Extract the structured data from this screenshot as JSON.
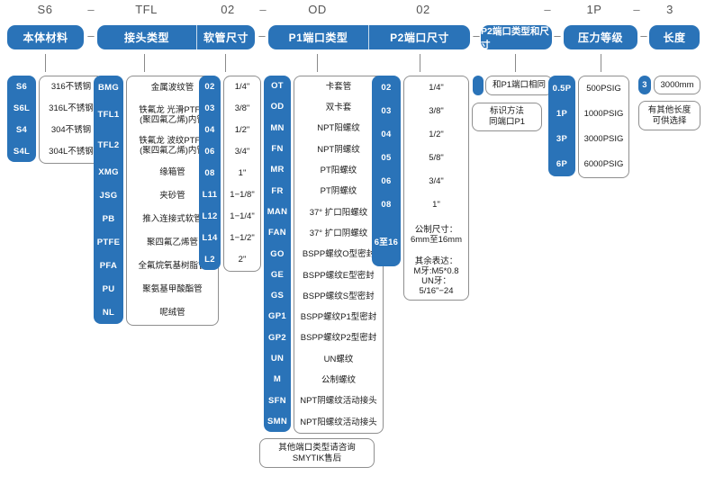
{
  "part_number_row": {
    "codes": [
      "S6",
      "TFL",
      "02",
      "OD",
      "02",
      "1P",
      "3"
    ],
    "separator": "–"
  },
  "headers": {
    "body_material": "本体材料",
    "connector_type": "接头类型",
    "hose_size": "软管尺寸",
    "p1_port_type": "P1端口类型",
    "p2_port_size": "P2端口尺寸",
    "p2_port_type_size": "P2端口类型和尺寸",
    "pressure_rating": "压力等级",
    "length": "长度"
  },
  "columns": {
    "body_material": {
      "codes": [
        "S6",
        "S6L",
        "S4",
        "S4L"
      ],
      "values": [
        "316不锈钢",
        "316L不锈钢",
        "304不锈钢",
        "304L不锈钢"
      ]
    },
    "connector_type": {
      "codes": [
        "BMG",
        "TFL1",
        "TFL2",
        "XMG",
        "JSG",
        "PB",
        "PTFE",
        "PFA",
        "PU",
        "NL"
      ],
      "values": [
        "金属波纹管",
        "铁氟龙 光滑PTFE\n(聚四氟乙烯)内管",
        "铁氟龙 波纹PTFE\n(聚四氟乙烯)内管",
        "缘箱管",
        "夹砂管",
        "推入连接式软管",
        "聚四氟乙烯管",
        "全氟烷氧基树脂管",
        "聚氨基甲酸酯管",
        "呢绒管"
      ]
    },
    "hose_size": {
      "codes": [
        "02",
        "03",
        "04",
        "06",
        "08",
        "L11",
        "L12",
        "L14",
        "L2"
      ],
      "values": [
        "1/4\"",
        "3/8\"",
        "1/2\"",
        "3/4\"",
        "1\"",
        "1−1/8\"",
        "1−1/4\"",
        "1−1/2\"",
        "2\""
      ]
    },
    "p1_port_type": {
      "codes": [
        "OT",
        "OD",
        "MN",
        "FN",
        "MR",
        "FR",
        "MAN",
        "FAN",
        "GO",
        "GE",
        "GS",
        "GP1",
        "GP2",
        "UN",
        "M",
        "SFN",
        "SMN"
      ],
      "values": [
        "卡套管",
        "双卡套",
        "NPT阳螺纹",
        "NPT阴螺纹",
        "PT阳螺纹",
        "PT阴螺纹",
        "37° 扩口阳螺纹",
        "37° 扩口阴螺纹",
        "BSPP螺纹O型密封",
        "BSPP螺纹E型密封",
        "BSPP螺纹S型密封",
        "BSPP螺纹P1型密封",
        "BSPP螺纹P2型密封",
        "UN螺纹",
        "公制螺纹",
        "NPT阴螺纹活动接头",
        "NPT阳螺纹活动接头"
      ],
      "note": "其他端口类型请咨询\nSMYTIK售后"
    },
    "p2_port_size": {
      "codes": [
        "02",
        "03",
        "04",
        "05",
        "06",
        "08",
        "6至16"
      ],
      "values": [
        "1/4\"",
        "3/8\"",
        "1/2\"",
        "5/8\"",
        "3/4\"",
        "1\""
      ],
      "metric_note_line1": "公制尺寸：",
      "metric_note_line2": "6mm至16mm",
      "other_note_line1": "其余表达：",
      "other_note_line2": "M牙:M5*0.8",
      "other_note_line3": "UN牙：5/16\"−24"
    },
    "p2_port_type_size": {
      "value": "和P1端口相同",
      "note": "标识方法\n同端口P1"
    },
    "pressure_rating": {
      "codes": [
        "0.5P",
        "1P",
        "3P",
        "6P"
      ],
      "values": [
        "500PSIG",
        "1000PSIG",
        "3000PSIG",
        "6000PSIG"
      ]
    },
    "length": {
      "code": "3",
      "value": "3000mm",
      "note": "有其他长度\n可供选择"
    }
  },
  "colors": {
    "brand_blue": "#2a73b8",
    "border_gray": "#8f8f8f",
    "code_text_gray": "#555555"
  }
}
